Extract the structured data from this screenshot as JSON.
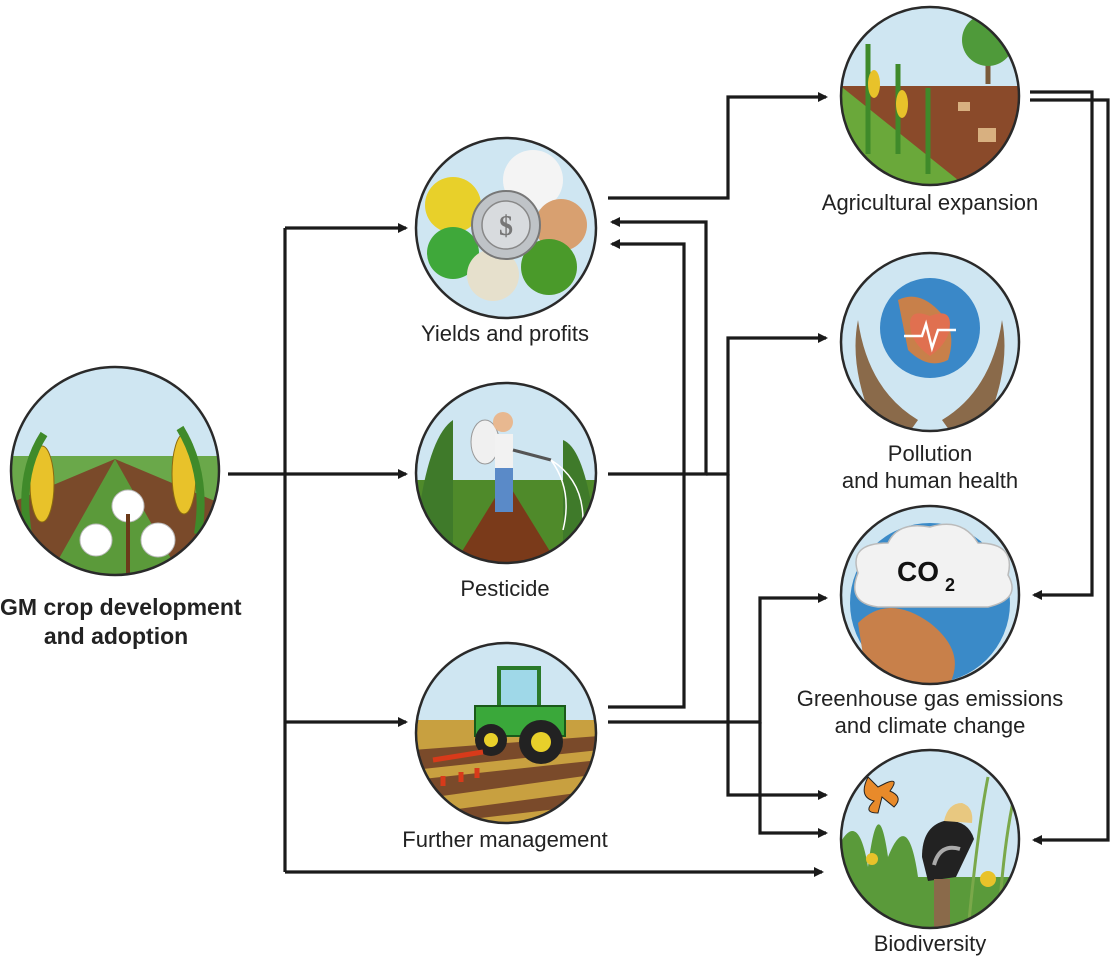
{
  "nodes": {
    "gm": {
      "label_line1": "GM crop development",
      "label_line2": "and adoption"
    },
    "yields": {
      "label": "Yields and profits"
    },
    "pesticide": {
      "label": "Pesticide"
    },
    "management": {
      "label": "Further management"
    },
    "agri": {
      "label": "Agricultural expansion"
    },
    "pollution": {
      "label_line1": "Pollution",
      "label_line2": "and human health"
    },
    "ghg": {
      "label_line1": "Greenhouse gas emissions",
      "label_line2": "and climate change",
      "icon_text": "CO",
      "icon_subscript": "2"
    },
    "biodiversity": {
      "label": "Biodiversity"
    }
  },
  "colors": {
    "arrow": "#1a1a1a",
    "circle_border": "#2a2a2a",
    "sky": "#cfe6f2",
    "soil": "#8a4a2a",
    "crop_green": "#3f8a2a",
    "corn_yellow": "#e8c22a"
  }
}
